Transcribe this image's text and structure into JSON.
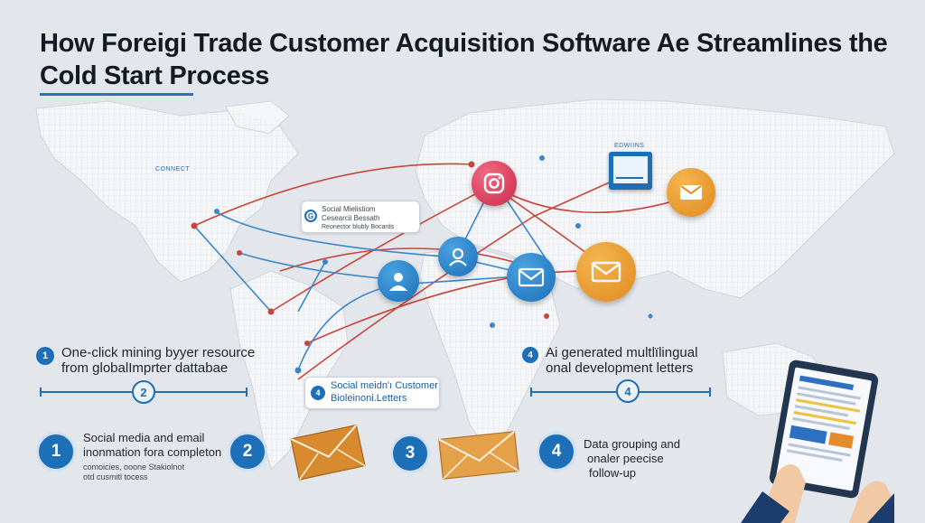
{
  "title": "How Foreigi Trade Customer Acquisition Software Ae Streamlines the Cold Start Process",
  "tags": {
    "left": "CONNECT",
    "right": "EDWIINS"
  },
  "callout_top": {
    "badge": "G",
    "line1": "Social Mielistiom",
    "line2": "Cesearcii Bessath",
    "line3": "Reonector blubly Bocards"
  },
  "callout_mid": {
    "badge": "4",
    "line1": "Social meidn'ı Customer",
    "line2": "Bioleinoni.Letters"
  },
  "steps": {
    "s1": {
      "badge": "1",
      "line1": "One-click mining byyer resource",
      "line2": "from globalImprter dattabae",
      "progress_badge": "2"
    },
    "s2": {
      "badge": "1",
      "line1": "Social media and email",
      "line2": "inonmation fora completon",
      "line3": "comoicies, ooone Stakiolnot",
      "line4": "otd cusmitl tocess"
    },
    "s3": {
      "badge": "2"
    },
    "s4": {
      "badge": "3"
    },
    "s5": {
      "badge": "4",
      "line1": "Data grouping and",
      "line2": "onaler peecise",
      "line3": "follow-up"
    },
    "s6": {
      "badge": "4",
      "line1": "Ai generated multlïlingual",
      "line2": "onal development letters",
      "progress_badge": "4"
    }
  },
  "colors": {
    "accent": "#1d6fb8",
    "map": "#f4f5f7",
    "instagram": "#e0395d",
    "email_orange": "#e5962a",
    "line_red": "#c8453a",
    "line_blue": "#3a86c8",
    "envelope": "#d9862c"
  },
  "icons": [
    "instagram-icon",
    "user-icon",
    "email-icon",
    "monitor-icon",
    "envelope-icon",
    "tablet-icon"
  ]
}
